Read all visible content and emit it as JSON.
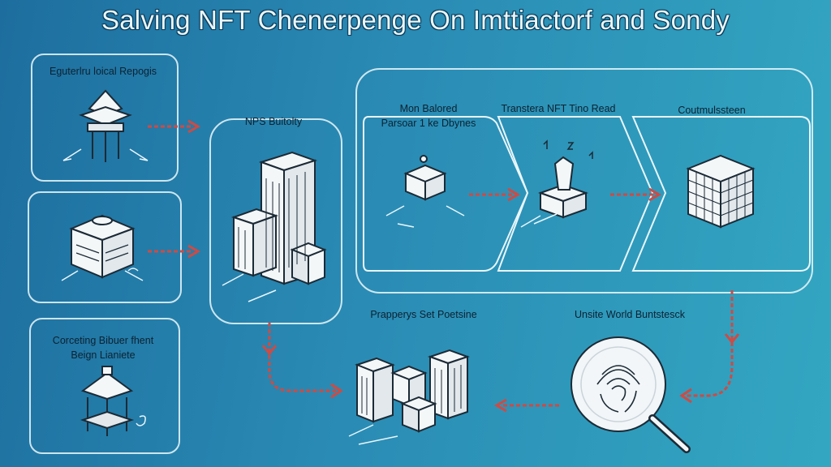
{
  "title": "Salving NFT Chenerpenge On Imttiactorf and Sondy",
  "left_panel": {
    "box1_label": "Eguterlru loical Repogis",
    "box3_label_line1": "Corceting Bibuer fhent",
    "box3_label_line2": "Beign Lianiete"
  },
  "center_panel": {
    "label": "NPS Buitolty"
  },
  "pipeline": {
    "stage1_line1": "Mon Balored",
    "stage1_line2": "Parsoar 1 ke Dbynes",
    "stage2": "Transtera NFT Tino Read",
    "stage3": "Coutmulssteen"
  },
  "bottom": {
    "label_left": "Prapperys Set Poetsine",
    "label_right": "Unsite World Buntstesck"
  },
  "colors": {
    "arrow": "#d04a43",
    "outline": "#eaf7fc",
    "title": "#e9f6fb"
  }
}
